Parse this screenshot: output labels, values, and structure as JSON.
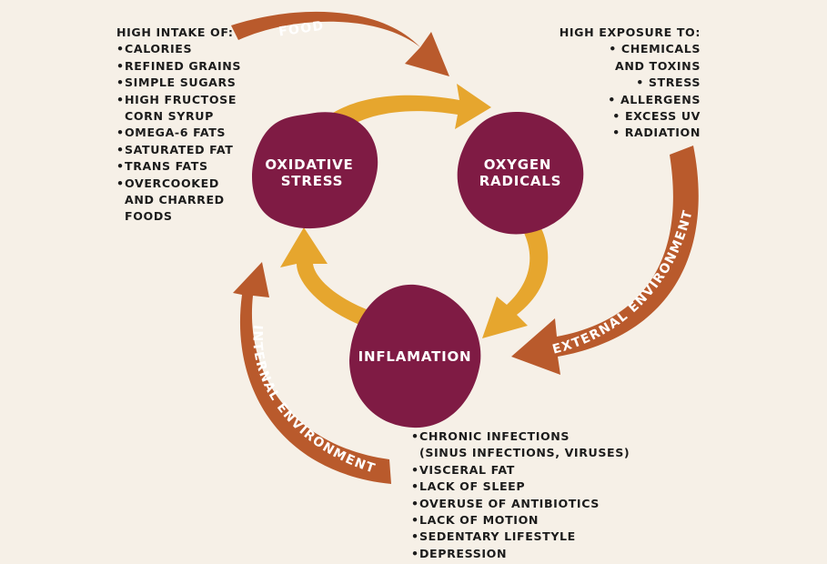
{
  "colors": {
    "background": "#f6f0e7",
    "node": "#7f1b44",
    "cycle_arrow": "#e6a62e",
    "outer_arrow": "#b95a2c",
    "text": "#1c1c1c"
  },
  "nodes": {
    "oxidative_stress": [
      "OXIDATIVE",
      "STRESS"
    ],
    "oxygen_radicals": [
      "OXYGEN",
      "RADICALS"
    ],
    "inflamation": "INFLAMATION"
  },
  "arrows": {
    "food": "FOOD",
    "external": "EXTERNAL ENVIRONMENT",
    "internal": "INTERNAL ENVIRONMENT"
  },
  "food_list": {
    "heading": "HIGH INTAKE OF:",
    "items": [
      [
        "CALORIES"
      ],
      [
        "REFINED GRAINS"
      ],
      [
        "SIMPLE SUGARS"
      ],
      [
        "HIGH FRUCTOSE",
        "CORN SYRUP"
      ],
      [
        "OMEGA-6 FATS"
      ],
      [
        "SATURATED FAT"
      ],
      [
        "TRANS FATS"
      ],
      [
        "OVERCOOKED",
        "AND CHARRED",
        "FOODS"
      ]
    ]
  },
  "exposure_list": {
    "heading": "HIGH EXPOSURE TO:",
    "items": [
      [
        "CHEMICALS",
        "AND TOXINS"
      ],
      [
        "STRESS"
      ],
      [
        "ALLERGENS"
      ],
      [
        "EXCESS UV"
      ],
      [
        "RADIATION"
      ]
    ]
  },
  "internal_list": {
    "items": [
      [
        "CHRONIC INFECTIONS",
        "(SINUS INFECTIONS, VIRUSES)"
      ],
      [
        "VISCERAL FAT"
      ],
      [
        "LACK OF SLEEP"
      ],
      [
        "OVERUSE OF ANTIBIOTICS"
      ],
      [
        "LACK OF MOTION"
      ],
      [
        "SEDENTARY LIFESTYLE"
      ],
      [
        "DEPRESSION"
      ]
    ]
  }
}
